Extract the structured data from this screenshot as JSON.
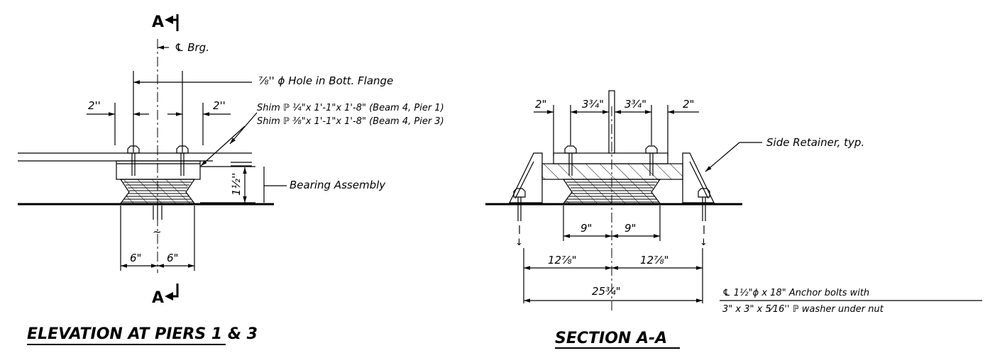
{
  "elevation": {
    "section_mark_top": "A",
    "section_mark_bottom": "A",
    "cl_brg": "℄ Brg.",
    "hole_note": "⅞'' ϕ Hole in Bott. Flange",
    "dim_left_2": "2''",
    "dim_right_2": "2''",
    "shim_1": "Shim ℙ ¼\"x 1'-1\"x 1'-8\" (Beam 4, Pier 1)",
    "shim_3": "Shim ℙ ⅜\"x 1'-1\"x 1'-8\" (Beam 4, Pier 3)",
    "dim_half": "1½''",
    "bearing_label": "Bearing Assembly",
    "dim_6_left": "6\"",
    "dim_6_right": "6\"",
    "title": "ELEVATION AT PIERS 1 & 3"
  },
  "section": {
    "dim_2_left": "2\"",
    "dim_334_left": "3¾\"",
    "dim_334_right": "3¾\"",
    "dim_2_right": "2\"",
    "retainer_label": "Side Retainer, typ.",
    "dim_9_left": "9\"",
    "dim_9_right": "9\"",
    "dim_1278_left": "12⅞\"",
    "dim_1278_right": "12⅞\"",
    "dim_2534": "25¾\"",
    "anchor_line1": "℄ 1½\"ϕ x 18\" Anchor bolts with",
    "anchor_line2": "3\" x 3\" x 5⁄16'' ℙ washer under nut",
    "title": "SECTION A-A"
  }
}
